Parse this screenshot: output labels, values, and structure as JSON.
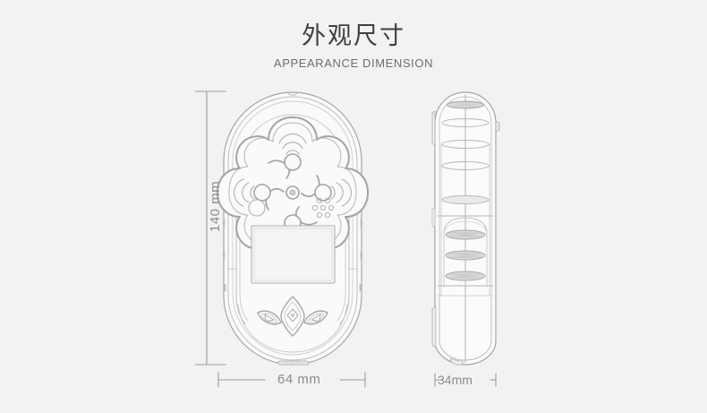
{
  "page": {
    "background_color": "#f2f2f2",
    "line_color": "#a0a0a0",
    "title_color": "#3f3f3f"
  },
  "heading": {
    "title_cn": "外观尺寸",
    "title_en": "APPEARANCE DIMENSION"
  },
  "dimensions": {
    "height_label": "140 mm",
    "width_front_label": "64 mm",
    "width_side_label": "34mm"
  },
  "front_view": {
    "name": "front-view",
    "parts": {
      "sensor_grille": "quatrefoil-sensor-grille",
      "led_indicator": "led-indicator",
      "dot_cluster": "speaker-dot-cluster",
      "display": "lcd-display",
      "button_left": "left-arrow-button",
      "button_center": "center-confirm-button",
      "button_right": "right-arrow-button",
      "side_grips": "side-grip-bumps",
      "bottom_connector": "bottom-connector"
    }
  },
  "side_view": {
    "name": "side-view",
    "parts": {
      "grip_ridges": "grip-ridge-ellipses",
      "center_seam": "center-seam-line",
      "side_tab": "side-tab",
      "battery_section": "lower-battery-section",
      "bottom_clip": "bottom-clip"
    }
  }
}
